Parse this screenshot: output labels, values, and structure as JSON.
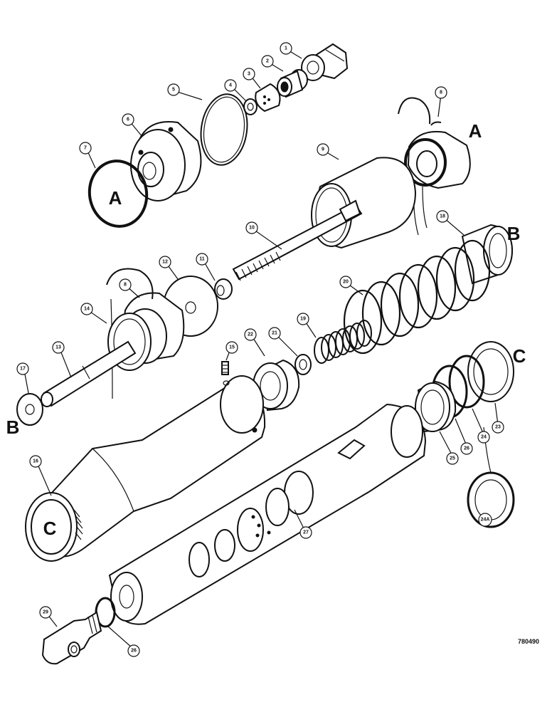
{
  "figure": {
    "drawing_code": "780490",
    "section_markers": [
      "A",
      "B",
      "C"
    ]
  },
  "callouts": {
    "c1": "1",
    "c2": "2",
    "c3": "3",
    "c4": "4",
    "c5": "5",
    "c6": "6",
    "c7": "7",
    "c8a": "8",
    "c8b": "8",
    "c9": "9",
    "c10": "10",
    "c11": "11",
    "c12": "12",
    "c13": "13",
    "c14": "14",
    "c15": "15",
    "c16": "16",
    "c17": "17",
    "c18": "18",
    "c19": "19",
    "c20": "20",
    "c21": "21",
    "c22": "22",
    "c23": "23",
    "c24": "24",
    "c24a": "24A",
    "c25": "25",
    "c26a": "26",
    "c26b": "26",
    "c27": "27",
    "c29": "29"
  },
  "labels": {
    "a_top": "A",
    "a_right": "A",
    "b_right": "B",
    "b_left": "B",
    "c_right": "C",
    "c_body": "C"
  }
}
